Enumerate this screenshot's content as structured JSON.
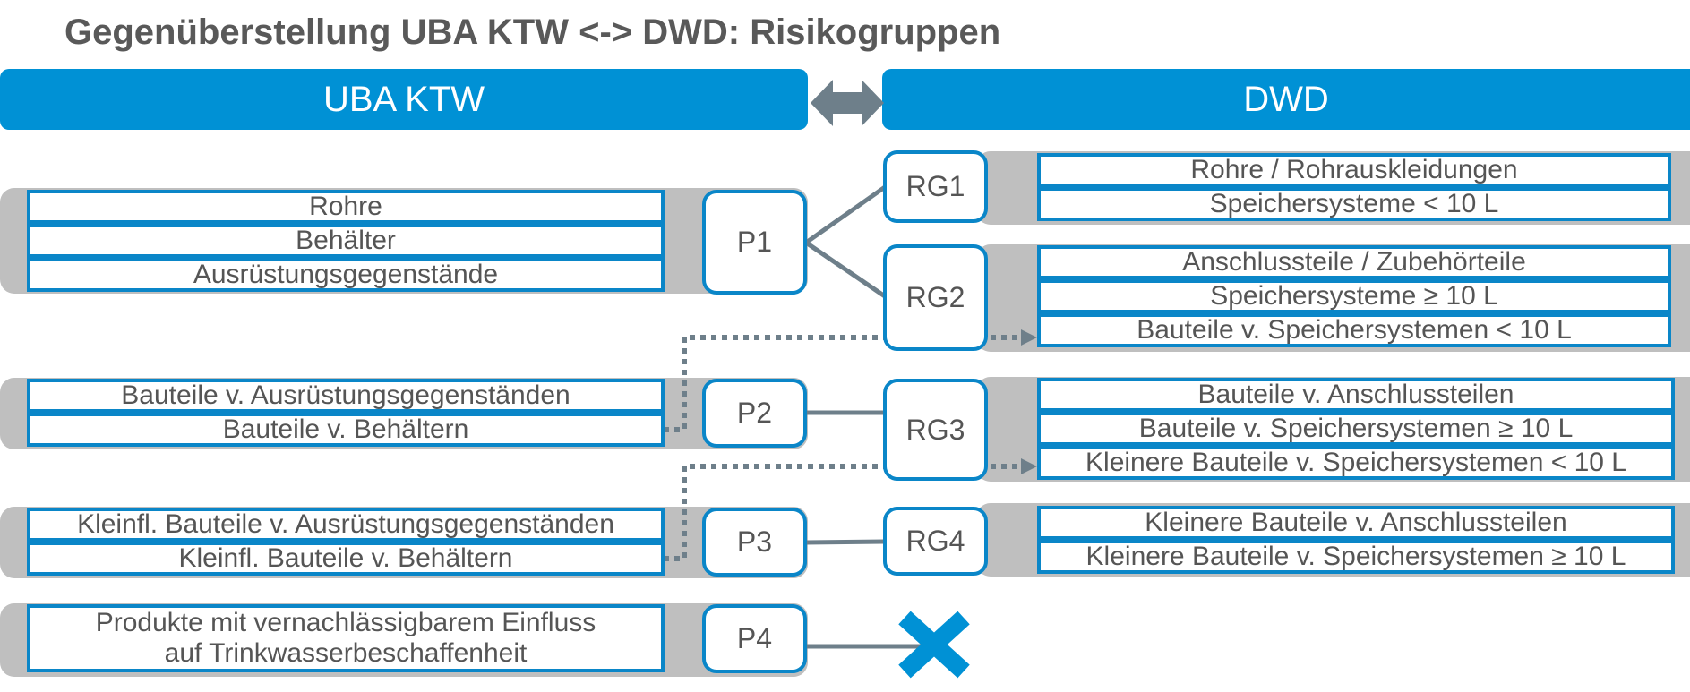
{
  "title": "Gegenüberstellung UBA KTW <-> DWD: Risikogruppen",
  "headers": {
    "left": "UBA KTW",
    "right": "DWD"
  },
  "uba_groups": [
    {
      "code": "P1",
      "items": [
        "Rohre",
        "Behälter",
        "Ausrüstungsgegenstände"
      ]
    },
    {
      "code": "P2",
      "items": [
        "Bauteile v. Ausrüstungsgegenständen",
        "Bauteile v. Behältern"
      ]
    },
    {
      "code": "P3",
      "items": [
        "Kleinfl. Bauteile v. Ausrüstungsgegenständen",
        "Kleinfl. Bauteile v. Behältern"
      ]
    },
    {
      "code": "P4",
      "items": [
        "Produkte mit vernachlässigbarem Einfluss auf Trinkwasserbeschaffenheit"
      ]
    }
  ],
  "dwd_groups": [
    {
      "code": "RG1",
      "items": [
        "Rohre / Rohrauskleidungen",
        "Speichersysteme < 10 L"
      ]
    },
    {
      "code": "RG2",
      "items": [
        "Anschlussteile / Zubehörteile",
        "Speichersysteme ≥ 10 L",
        "Bauteile v. Speichersystemen < 10 L"
      ]
    },
    {
      "code": "RG3",
      "items": [
        "Bauteile v. Anschlussteilen",
        "Bauteile v. Speichersystemen ≥ 10 L",
        "Kleinere Bauteile v. Speichersystemen < 10 L"
      ]
    },
    {
      "code": "RG4",
      "items": [
        "Kleinere Bauteile v. Anschlussteilen",
        "Kleinere Bauteile v. Speichersystemen ≥ 10 L"
      ]
    }
  ],
  "colors": {
    "accent": "#0091d5",
    "box_border": "#0a86c8",
    "band": "#bfbfbf",
    "connector": "#6e7f8a"
  },
  "icons": {
    "header_arrow": "double-arrow-icon",
    "no_mapping": "cross-icon"
  }
}
